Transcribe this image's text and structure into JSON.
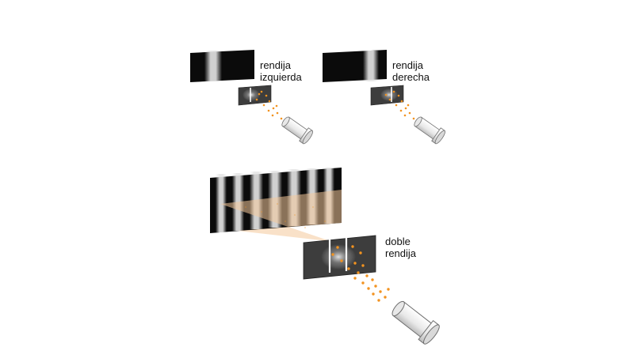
{
  "labels": {
    "left_slit": [
      "rendija",
      "izquierda"
    ],
    "right_slit": [
      "rendija",
      "derecha"
    ],
    "double_slit": [
      "doble",
      "rendija"
    ]
  },
  "colors": {
    "screen": "#0b0b0b",
    "band": "#e6e6e6",
    "plate": "#3d3d3d",
    "particle": "#f29320",
    "beam": "#f4c89b",
    "source_body": "#f0f0f0",
    "source_stroke": "#6f6f6f"
  },
  "icons": {
    "source": "particle-gun-icon",
    "slit_plate": "slit-plate-icon",
    "detector": "detector-screen-icon"
  }
}
